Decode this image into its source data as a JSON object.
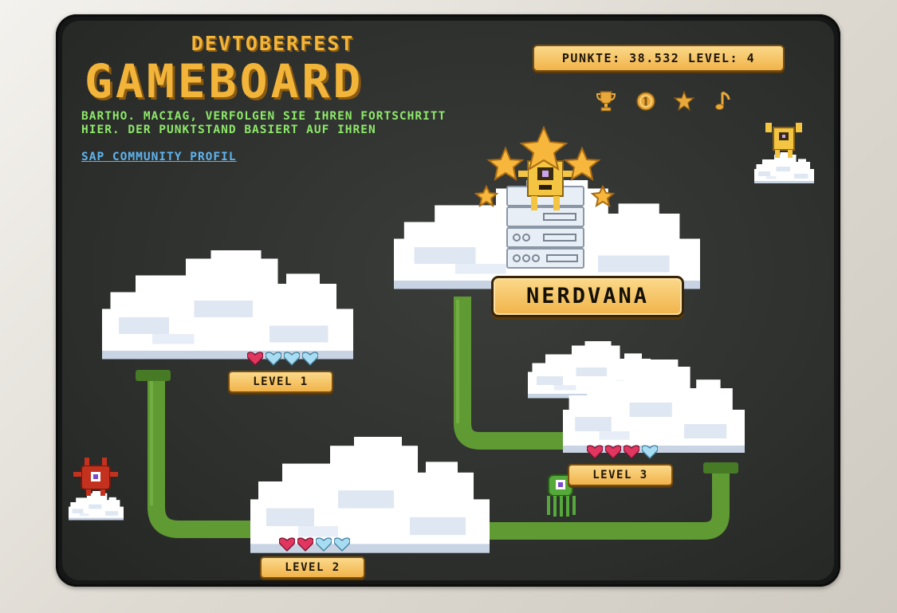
{
  "title": {
    "event": "DEVTOBERFEST",
    "main": "GAMEBOARD"
  },
  "intro": {
    "text": "BARTHO. MACIAG, VERFOLGEN SIE IHREN FORTSCHRITT HIER. DER PUNKTSTAND BASIERT AUF IHREN",
    "link": "SAP COMMUNITY PROFIL"
  },
  "scoreboard": {
    "text": "PUNKTE: 38.532 LEVEL: 4",
    "points": 38532,
    "level": 4
  },
  "icons": [
    "trophy-icon",
    "coin-icon",
    "star-icon",
    "music-note-icon"
  ],
  "levels": [
    {
      "label": "LEVEL 1",
      "hearts_filled": 1,
      "hearts_total": 4
    },
    {
      "label": "LEVEL 2",
      "hearts_filled": 2,
      "hearts_total": 4
    },
    {
      "label": "LEVEL 3",
      "hearts_filled": 3,
      "hearts_total": 4
    }
  ],
  "final_level": {
    "label": "NERDVANA"
  },
  "colors": {
    "accent": "#f2b53a",
    "text_green": "#8ee86a",
    "link_blue": "#5fb4ef",
    "path_green": "#5f9a33",
    "heart_filled": "#e0365f",
    "heart_empty": "#a8dcf2"
  }
}
